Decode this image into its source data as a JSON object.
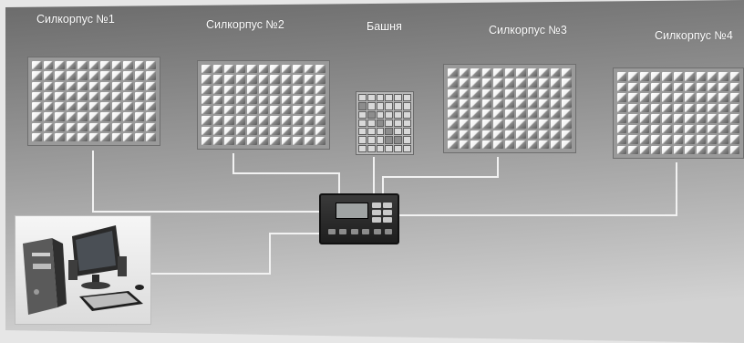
{
  "labels": {
    "silo1": "Силкорпус №1",
    "silo2": "Силкорпус №2",
    "tower": "Башня",
    "silo3": "Силкорпус №3",
    "silo4": "Силкорпус №4"
  },
  "colors": {
    "background_top": "#6f6f6f",
    "background_bottom": "#cfcfcf",
    "wire": "#f2f2f2",
    "label_text": "#ffffff"
  },
  "icons": {
    "computer": "desktop-computer-icon",
    "controller": "controller-unit-icon"
  }
}
